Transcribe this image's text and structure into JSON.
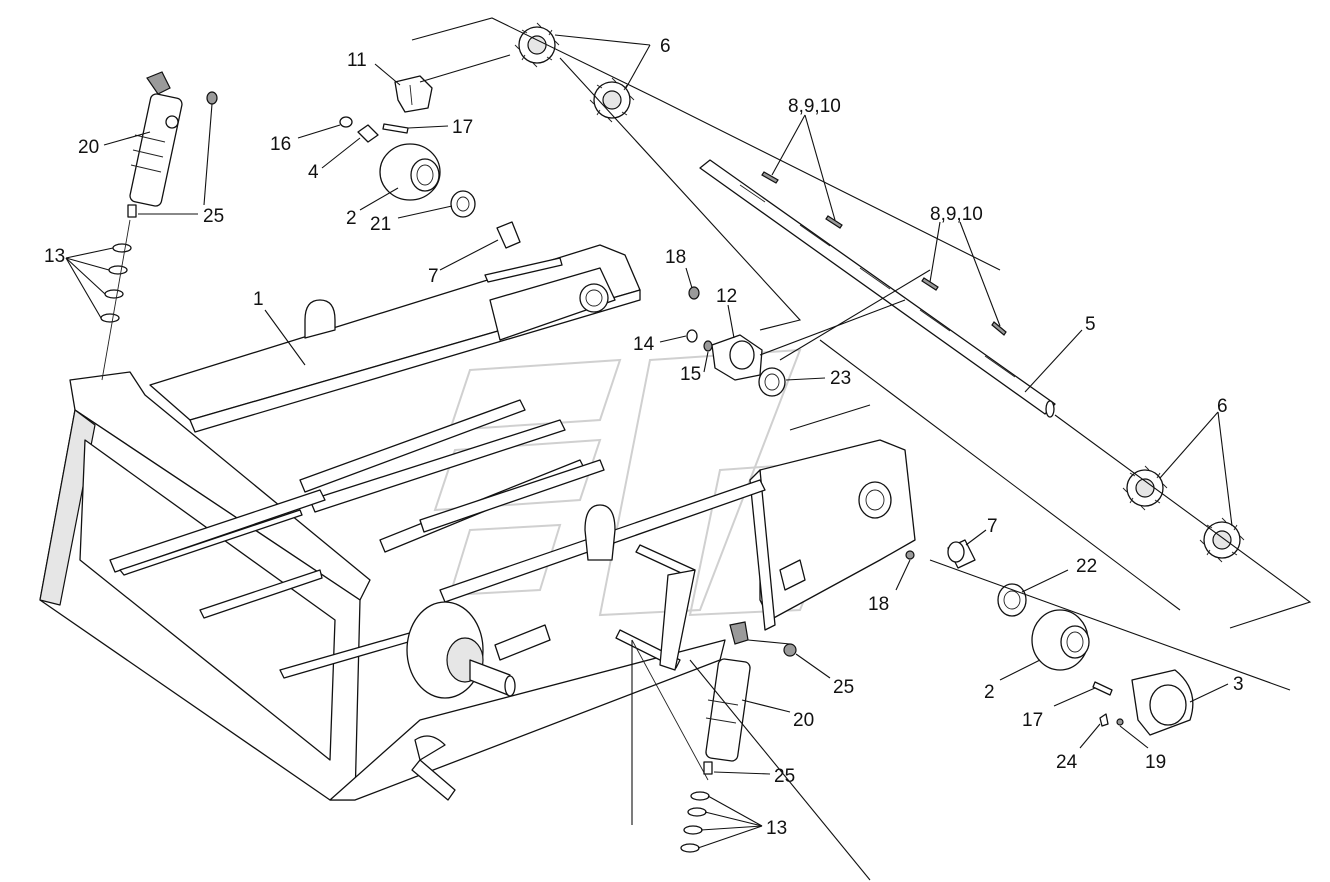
{
  "diagram": {
    "labels": {
      "l1": "1",
      "l2a": "2",
      "l2b": "2",
      "l3": "3",
      "l4": "4",
      "l5": "5",
      "l6a": "6",
      "l6b": "6",
      "l7a": "7",
      "l7b": "7",
      "l8a": "8,9,10",
      "l8b": "8,9,10",
      "l11": "11",
      "l12": "12",
      "l13a": "13",
      "l13b": "13",
      "l14": "14",
      "l15": "15",
      "l16": "16",
      "l17a": "17",
      "l17b": "17",
      "l18a": "18",
      "l18b": "18",
      "l19": "19",
      "l20a": "20",
      "l20b": "20",
      "l21": "21",
      "l22": "22",
      "l23": "23",
      "l24": "24",
      "l25a": "25",
      "l25b": "25",
      "l25c": "25"
    }
  }
}
